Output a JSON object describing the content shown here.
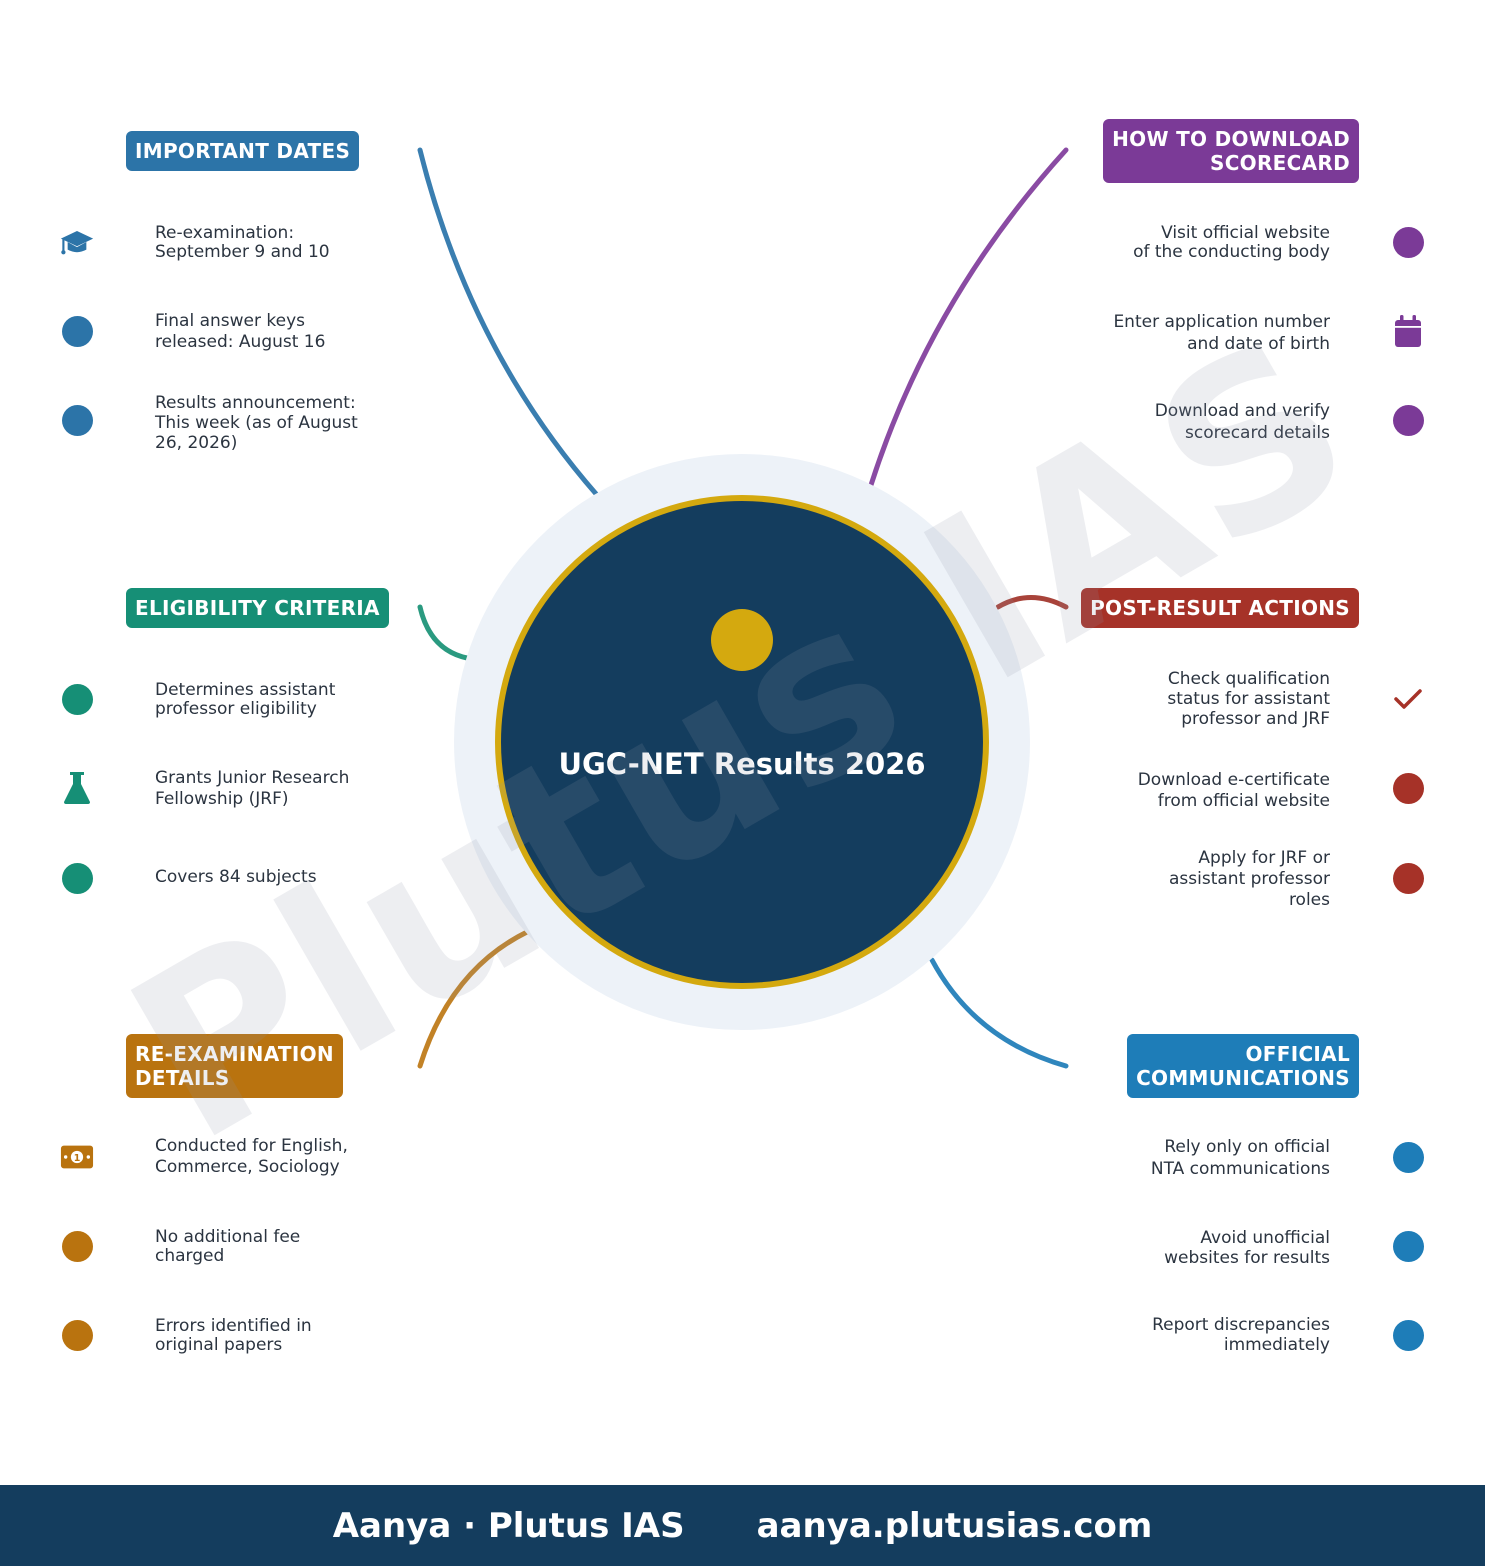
{
  "center": {
    "title": "UGC-NET Results 2026",
    "navy": "#143d5e",
    "ring": "#d4a90f",
    "halo": "#edf2f8",
    "dot": "#d4a90f"
  },
  "watermark": "Plutus IAS",
  "branches": {
    "important_dates": {
      "title": "IMPORTANT DATES",
      "color": "#2c74a8",
      "items": [
        {
          "text": "Re-examination:\nSeptember 9 and 10",
          "icon": "graduation-cap-icon"
        },
        {
          "text": "Final answer keys\nreleased: August 16",
          "icon": "dot-icon"
        },
        {
          "text": "Results announcement:\nThis week (as of August\n26, 2026)",
          "icon": "dot-icon"
        }
      ]
    },
    "eligibility": {
      "title": "ELIGIBILITY CRITERIA",
      "color": "#168f76",
      "items": [
        {
          "text": "Determines assistant\nprofessor eligibility",
          "icon": "dot-icon"
        },
        {
          "text": "Grants Junior Research\nFellowship (JRF)",
          "icon": "flask-icon"
        },
        {
          "text": "Covers 84 subjects",
          "icon": "dot-icon"
        }
      ]
    },
    "re_examination": {
      "title": "RE-EXAMINATION\nDETAILS",
      "color": "#b9730f",
      "items": [
        {
          "text": "Conducted for English,\nCommerce, Sociology",
          "icon": "money-bill-icon"
        },
        {
          "text": "No additional fee\ncharged",
          "icon": "dot-icon"
        },
        {
          "text": "Errors identified in\noriginal papers",
          "icon": "dot-icon"
        }
      ]
    },
    "download": {
      "title": "HOW TO DOWNLOAD\nSCORECARD",
      "color": "#7b3a97",
      "items": [
        {
          "text": "Visit official website\nof the conducting body",
          "icon": "dot-icon"
        },
        {
          "text": "Enter application number\nand date of birth",
          "icon": "calendar-icon"
        },
        {
          "text": "Download and verify\nscorecard details",
          "icon": "dot-icon"
        }
      ]
    },
    "post_result": {
      "title": "POST-RESULT ACTIONS",
      "color": "#a63228",
      "items": [
        {
          "text": "Check qualification\nstatus for assistant\nprofessor and JRF",
          "icon": "check-icon"
        },
        {
          "text": "Download e-certificate\nfrom official website",
          "icon": "dot-icon"
        },
        {
          "text": "Apply for JRF or\nassistant professor\nroles",
          "icon": "dot-icon"
        }
      ]
    },
    "communications": {
      "title": "OFFICIAL\nCOMMUNICATIONS",
      "color": "#1e7db8",
      "items": [
        {
          "text": "Rely only on official\nNTA communications",
          "icon": "dot-icon"
        },
        {
          "text": "Avoid unofficial\nwebsites for results",
          "icon": "dot-icon"
        },
        {
          "text": "Report discrepancies\nimmediately",
          "icon": "dot-icon"
        }
      ]
    }
  },
  "footer": {
    "author": "Aanya · Plutus IAS",
    "website": "aanya.plutusias.com"
  }
}
